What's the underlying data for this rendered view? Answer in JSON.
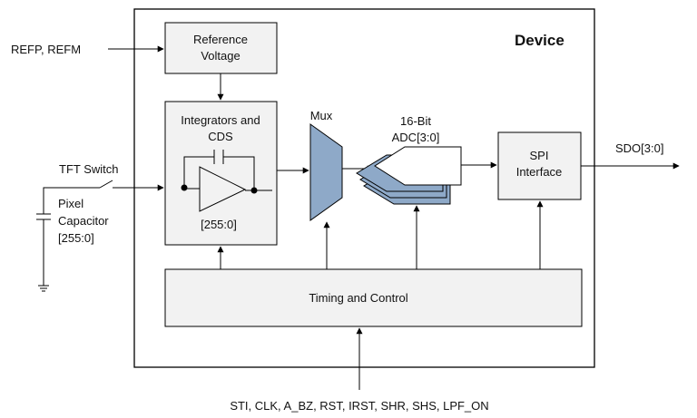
{
  "diagram": {
    "device_label": "Device",
    "inputs": {
      "ref_signals": "REFP, REFM",
      "tft_switch": "TFT Switch",
      "pixel_capacitor_line1": "Pixel",
      "pixel_capacitor_line2": "Capacitor",
      "pixel_capacitor_line3": "[255:0]",
      "control_signals": "STI, CLK, A_BZ, RST, IRST, SHR, SHS, LPF_ON"
    },
    "blocks": {
      "reference_voltage_line1": "Reference",
      "reference_voltage_line2": "Voltage",
      "integrators_line1": "Integrators and",
      "integrators_line2": "CDS",
      "integrators_range": "[255:0]",
      "mux": "Mux",
      "adc_line1": "16-Bit",
      "adc_line2": "ADC[3:0]",
      "spi_line1": "SPI",
      "spi_line2": "Interface",
      "timing_control": "Timing and Control"
    },
    "outputs": {
      "sdo": "SDO[3:0]"
    },
    "colors": {
      "block_fill": "#F2F2F2",
      "mux_fill": "#8EA9C8",
      "adc_fill": "#8EA9C8",
      "line": "#000000"
    }
  }
}
